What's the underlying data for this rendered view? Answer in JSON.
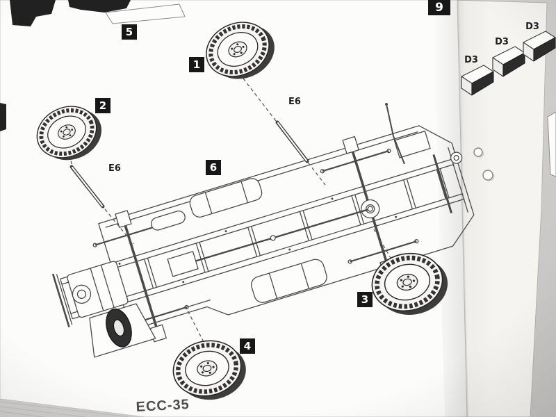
{
  "colors": {
    "background": "#d3d2cf",
    "paper_left": "#fcfcfa",
    "paper_right": "#f5f4f1",
    "badge": "#171717",
    "ink": "#4a4a4a"
  },
  "badges": {
    "step9": "9",
    "step5": "5",
    "step6": "6",
    "wheel1": "1",
    "wheel2": "2",
    "wheel3": "3",
    "wheel4": "4"
  },
  "part_labels": {
    "axle_top": "E6",
    "axle_left": "E6",
    "bracket1": "D3",
    "bracket2": "D3",
    "bracket3": "D3"
  },
  "footer": {
    "model_code": "ECC-35"
  }
}
